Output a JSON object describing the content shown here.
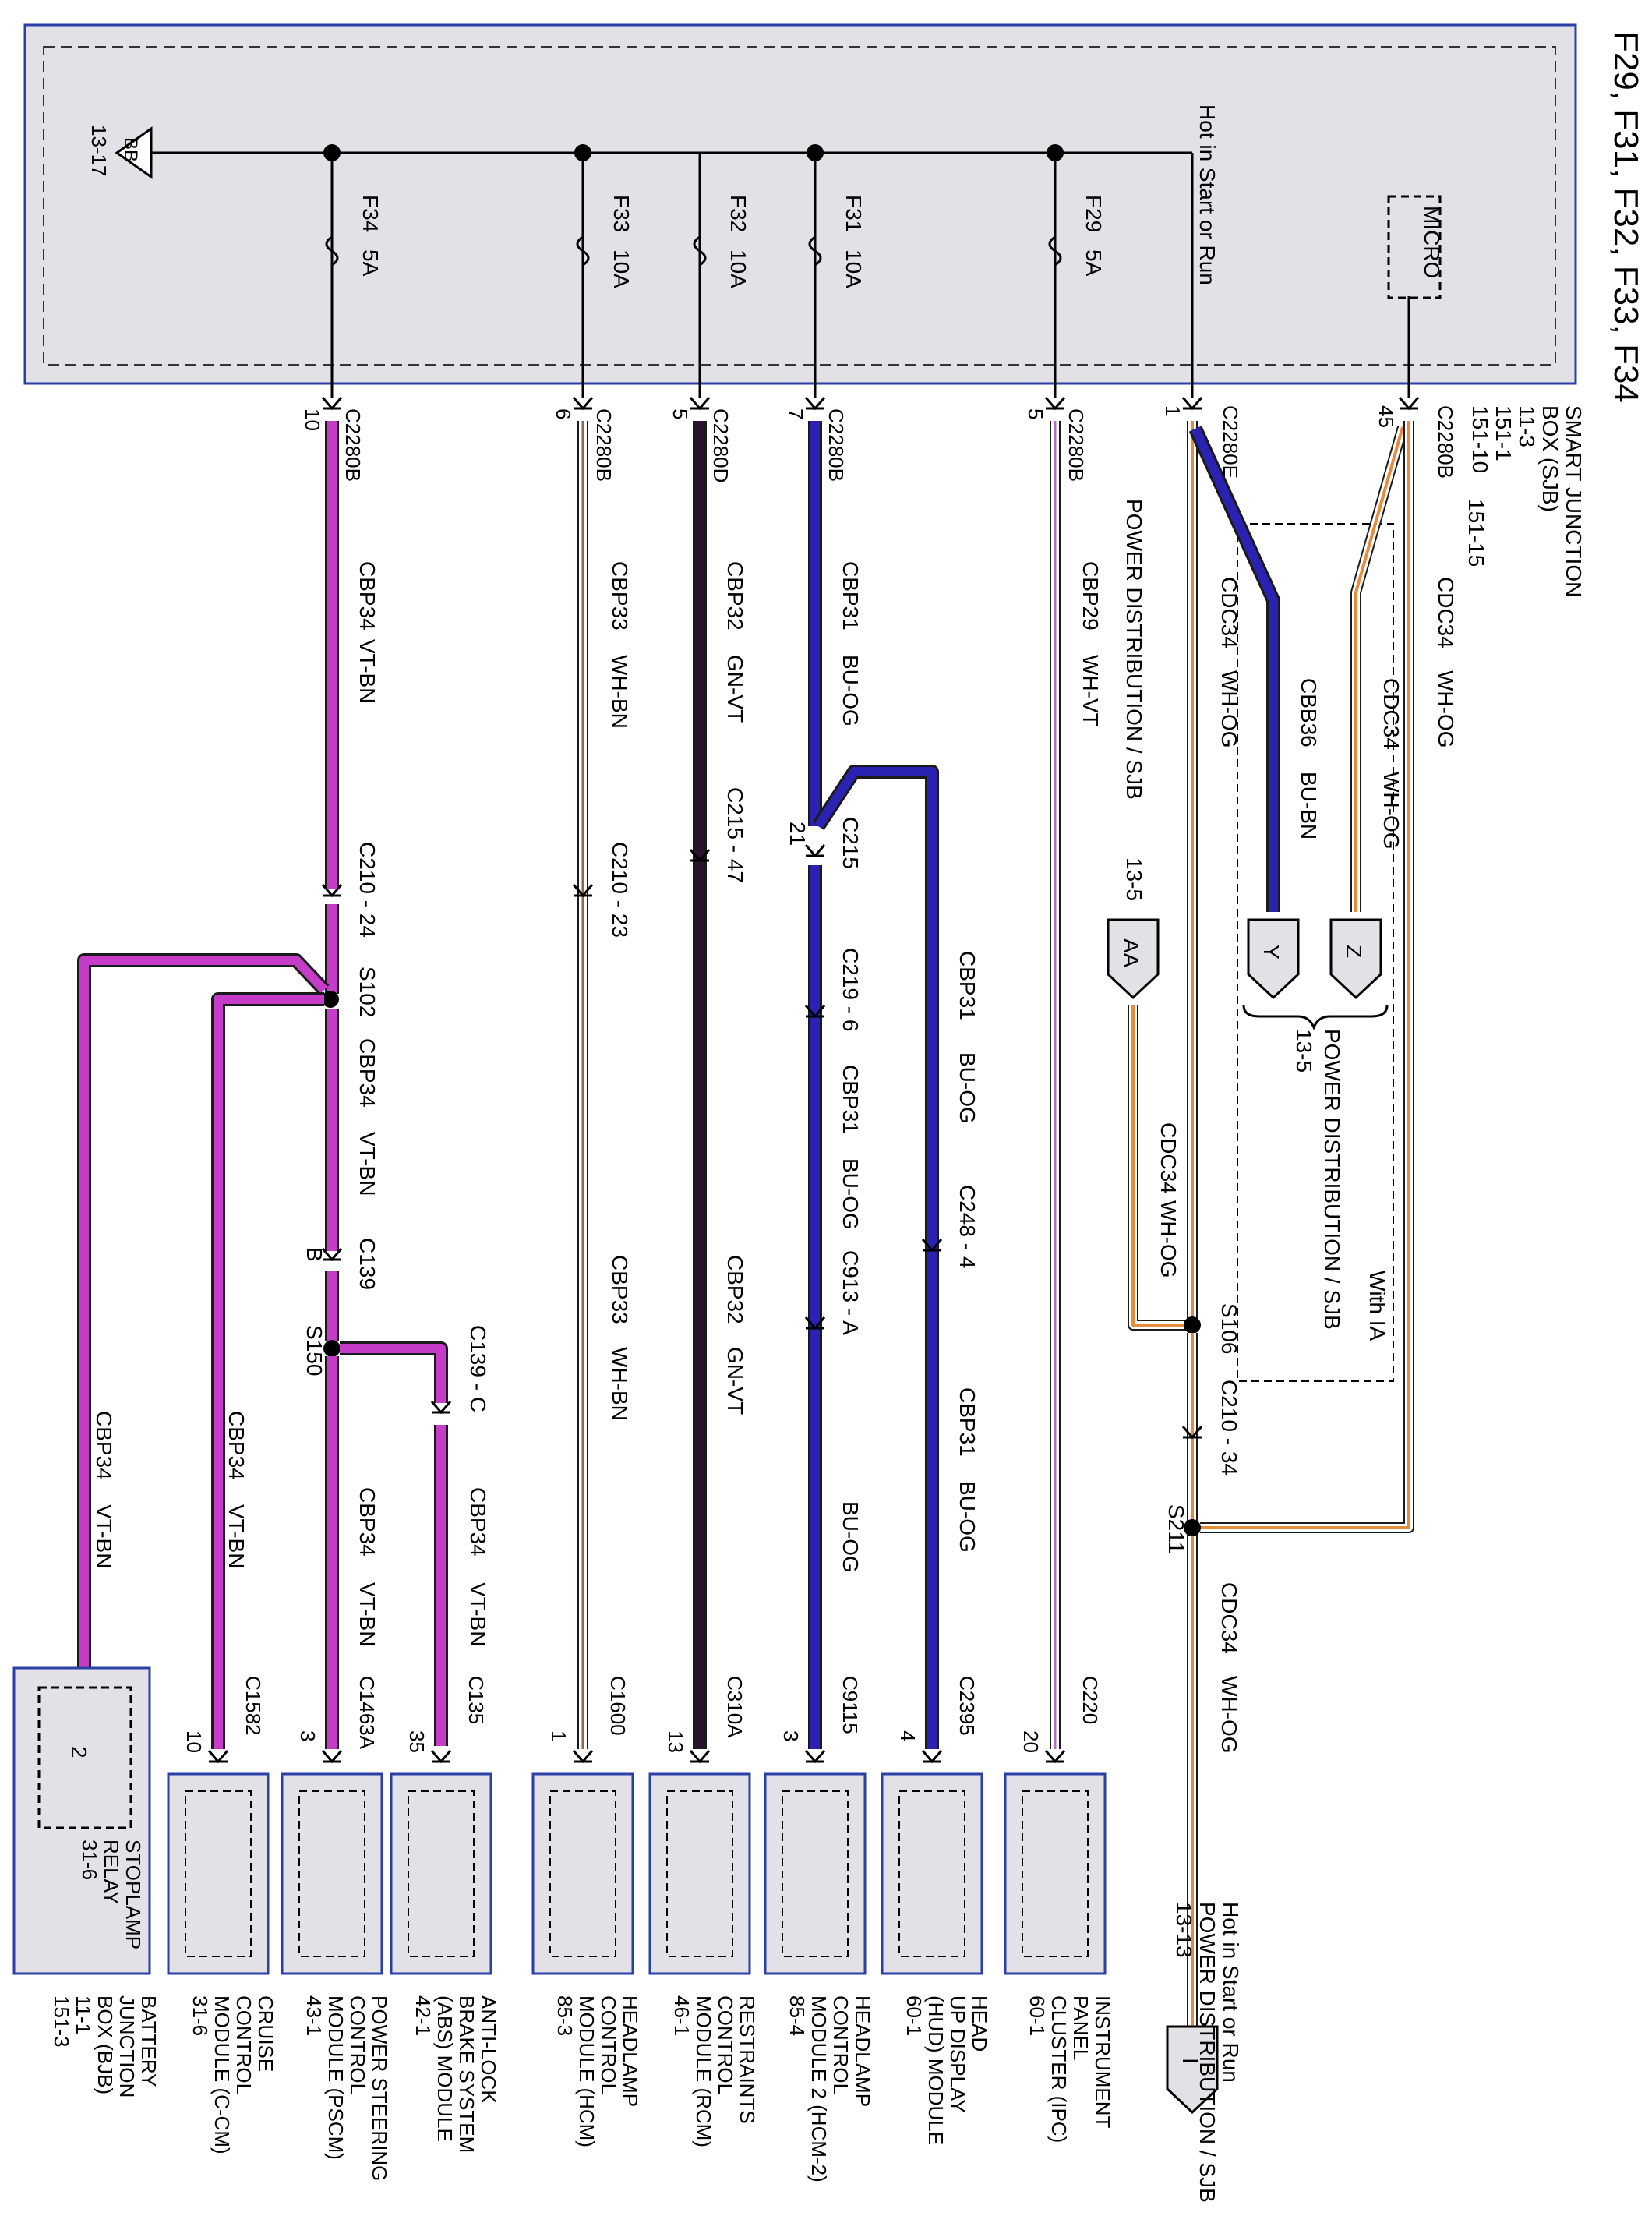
{
  "title": "F29, F31, F32, F33, F34",
  "sjb": {
    "name_lines": [
      "SMART JUNCTION",
      "BOX (SJB)",
      "11-3",
      "151-1",
      "151-10",
      "151-15"
    ],
    "micro": "MICRO",
    "hot_note": "Hot in Start or Run",
    "ground_ref": "BB",
    "ground_page": "13-17"
  },
  "fuses": [
    {
      "id": "F34",
      "rating": "5A"
    },
    {
      "id": "F33",
      "rating": "10A"
    },
    {
      "id": "F32",
      "rating": "10A"
    },
    {
      "id": "F31",
      "rating": "10A"
    },
    {
      "id": "F29",
      "rating": "5A"
    }
  ],
  "circuits": [
    {
      "circuit": "CBP34",
      "color": "VT-BN",
      "connector": "C2280B",
      "pin": "10",
      "hex": "#c43cc8"
    },
    {
      "circuit": "CBP33",
      "color": "WH-BN",
      "connector": "C2280B",
      "pin": "6",
      "hex": "#8b6a4a"
    },
    {
      "circuit": "CBP32",
      "color": "GN-VT",
      "connector": "C2280D",
      "pin": "5",
      "hex": "#2a1230"
    },
    {
      "circuit": "CBP31",
      "color": "BU-OG",
      "connector": "C2280B",
      "pin": "7",
      "hex": "#2a22b0"
    },
    {
      "circuit": "CBP29",
      "color": "WH-VT",
      "connector": "C2280B",
      "pin": "5",
      "hex": "#b070c0"
    }
  ],
  "power_side": {
    "c2280e": "C2280E",
    "c2280e_pin": "1",
    "c2280b": "C2280B",
    "c2280b_pin": "45",
    "cdc34_label": "CDC34",
    "wh_og": "WH-OG",
    "cbb36": "CBB36",
    "bu_bn": "BU-BN",
    "ref_y": "Y",
    "ref_z": "Z",
    "ref_aa": "AA",
    "ref_i": "I",
    "pd_sjb": "POWER DISTRIBUTION / SJB",
    "pd_page_13_5": "13-5",
    "with_ia": "With IA",
    "s106": "S106",
    "c210_34": "C210  -  34",
    "s211": "S211",
    "bottom_hot": "Hot in Start or Run",
    "bottom_pd": "POWER DISTRIBUTION / SJB",
    "bottom_page": "13-13"
  },
  "inline": {
    "c210_24": "C210  -  24",
    "s102": "S102",
    "c139": "C139",
    "c139_pin": "B",
    "s150": "S150",
    "c139_c": "C139  -  C",
    "c210_23": "C210  -  23",
    "c215_47": "C215  -  47",
    "c215": "C215",
    "c215_pin": "21",
    "c219_6": "C219  -  6",
    "c913_a": "C913  -  A",
    "c248_4": "C248  -  4"
  },
  "modules": [
    {
      "name": [
        "STOPLAMP",
        "RELAY",
        "31-6"
      ],
      "box": [
        "BATTERY",
        "JUNCTION",
        "BOX (BJB)",
        "11-1",
        "151-3"
      ],
      "connector": "",
      "pin": "2"
    },
    {
      "name": [
        "CRUISE",
        "CONTROL",
        "MODULE (C-CM)",
        "31-6"
      ],
      "connector": "C1582",
      "pin": "10"
    },
    {
      "name": [
        "POWER STEERING",
        "CONTROL",
        "MODULE (PSCM)",
        "43-1"
      ],
      "connector": "C1463A",
      "pin": "3"
    },
    {
      "name": [
        "ANTI-LOCK",
        "BRAKE SYSTEM",
        "(ABS) MODULE",
        "42-1"
      ],
      "connector": "C135",
      "pin": "35"
    },
    {
      "name": [
        "HEADLAMP",
        "CONTROL",
        "MODULE (HCM)",
        "85-3"
      ],
      "connector": "C1600",
      "pin": "1"
    },
    {
      "name": [
        "RESTRAINTS",
        "CONTROL",
        "MODULE (RCM)",
        "46-1"
      ],
      "connector": "C310A",
      "pin": "13"
    },
    {
      "name": [
        "HEADLAMP",
        "CONTROL",
        "MODULE 2 (HCM-2)",
        "85-4"
      ],
      "connector": "C9115",
      "pin": "3"
    },
    {
      "name": [
        "HEAD",
        "UP DISPLAY",
        "(HUD) MODULE",
        "60-1"
      ],
      "connector": "C2395",
      "pin": "4"
    },
    {
      "name": [
        "INSTRUMENT",
        "PANEL",
        "CLUSTER (IPC)",
        "60-1"
      ],
      "connector": "C220",
      "pin": "20"
    }
  ]
}
